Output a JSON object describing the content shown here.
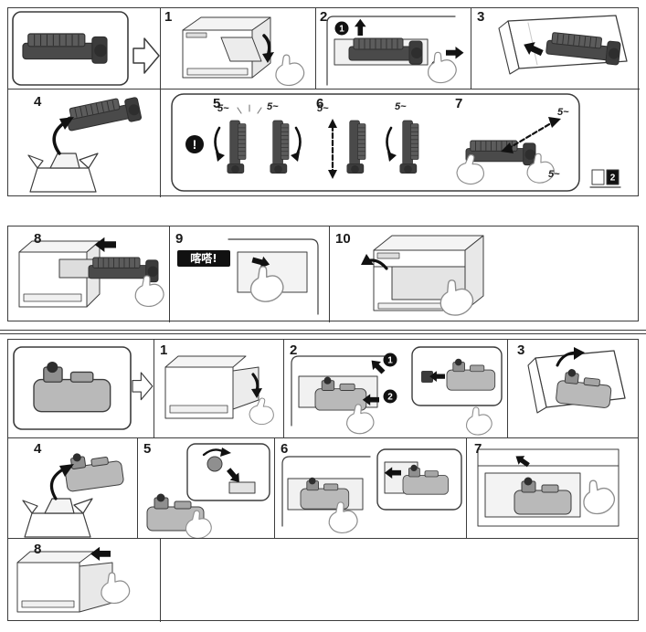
{
  "colors": {
    "line": "#3c3c3c",
    "black": "#111111",
    "cartridge": "#4a4a4a",
    "waste_box": "#b9b9b9"
  },
  "toner_section": {
    "steps": [
      "1",
      "2",
      "3",
      "4",
      "5",
      "6",
      "7",
      "8",
      "9",
      "10"
    ],
    "warning_mark": "!",
    "shake_label": "5~",
    "click_label": "喀嗒!",
    "badge_1": "1",
    "badge_2": "2",
    "page_ref_number": "2"
  },
  "waste_section": {
    "steps": [
      "1",
      "2",
      "3",
      "4",
      "5",
      "6",
      "7",
      "8"
    ],
    "badge_1": "1",
    "badge_2": "2"
  }
}
